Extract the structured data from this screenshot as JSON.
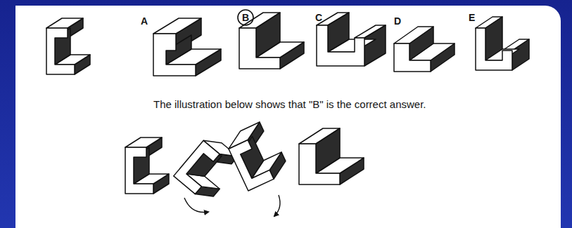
{
  "diagram": {
    "labels": [
      "A",
      "B",
      "C",
      "D",
      "E",
      "The illustration below shows that \"B\" is the correct answer."
    ]
  }
}
